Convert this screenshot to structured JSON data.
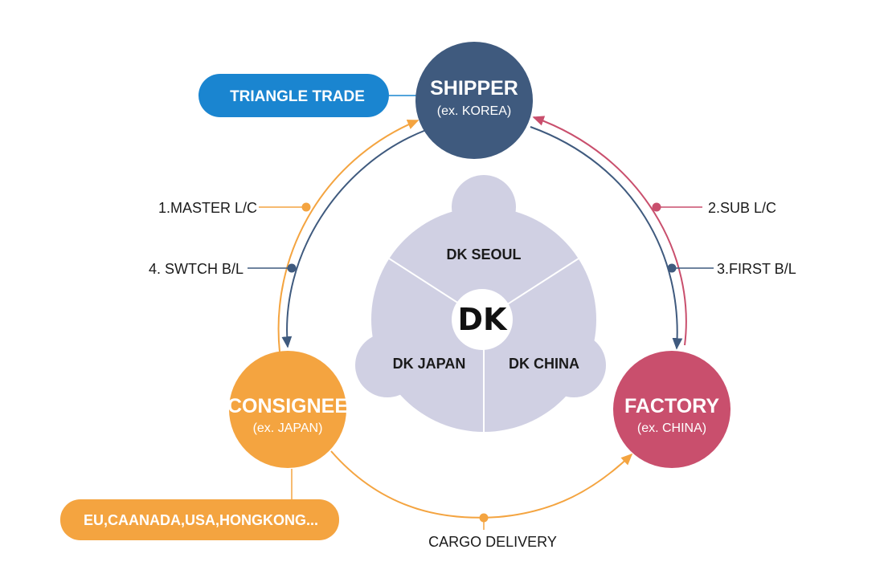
{
  "colors": {
    "shipper": "#3f5a7e",
    "factory": "#c94f6d",
    "consignee": "#f4a440",
    "triangle_trade": "#1a85d0",
    "regions": "#f4a440",
    "hub": "#d0d0e3",
    "navy_line": "#3f5a7e",
    "orange_line": "#f4a440",
    "pink_line": "#c94f6d"
  },
  "nodes": {
    "shipper": {
      "title": "SHIPPER",
      "subtitle": "(ex. KOREA)"
    },
    "factory": {
      "title": "FACTORY",
      "subtitle": "(ex. CHINA)"
    },
    "consignee": {
      "title": "CONSIGNEE",
      "subtitle": "(ex. JAPAN)"
    }
  },
  "pills": {
    "triangle_trade": "TRIANGLE TRADE",
    "regions": "EU,CAANADA,USA,HONGKONG..."
  },
  "hub": {
    "center": "DK",
    "seoul": "DK SEOUL",
    "japan": "DK JAPAN",
    "china": "DK CHINA"
  },
  "steps": {
    "master_lc": "1.MASTER L/C",
    "sub_lc": "2.SUB L/C",
    "first_bl": "3.FIRST B/L",
    "switch_bl": "4. SWTCH B/L",
    "cargo_delivery": "CARGO DELIVERY"
  }
}
